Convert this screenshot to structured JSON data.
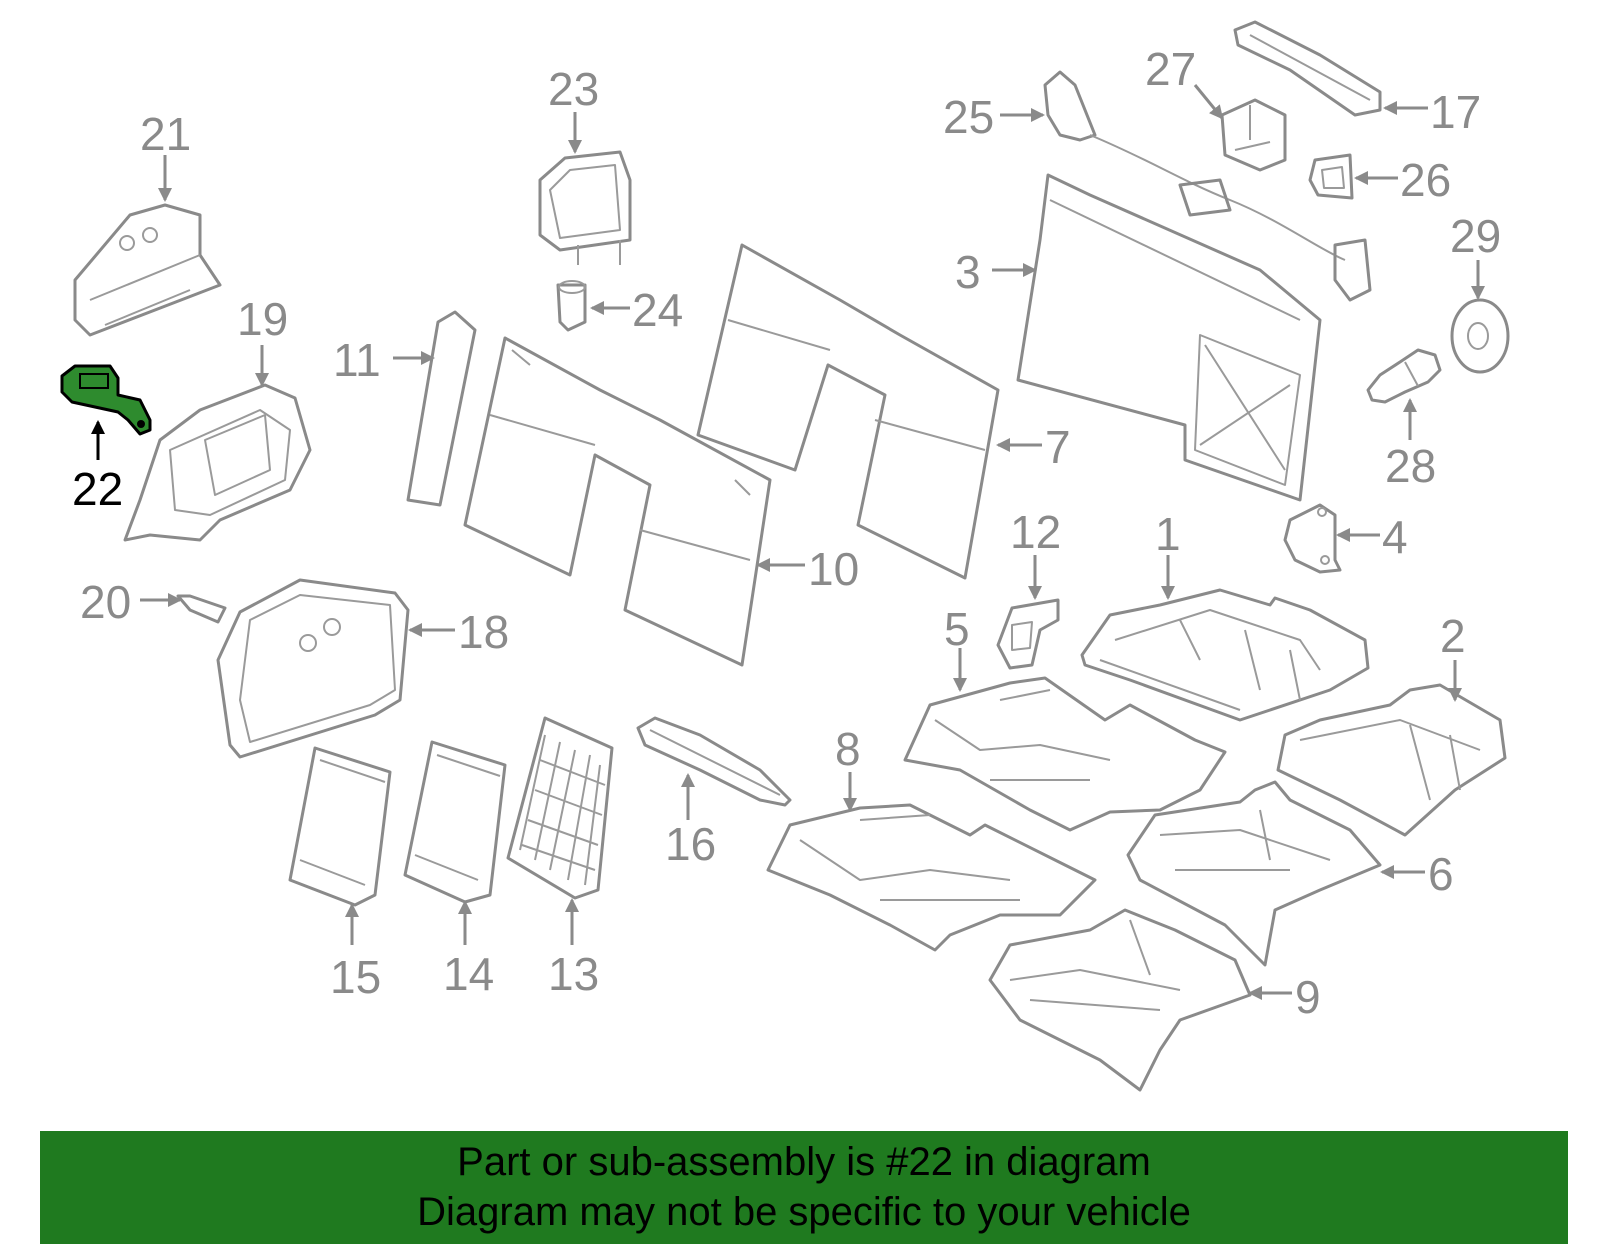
{
  "diagram": {
    "highlighted_part": "22",
    "callouts": [
      "1",
      "2",
      "3",
      "4",
      "5",
      "6",
      "7",
      "8",
      "9",
      "10",
      "11",
      "12",
      "13",
      "14",
      "15",
      "16",
      "17",
      "18",
      "19",
      "20",
      "21",
      "22",
      "23",
      "24",
      "25",
      "26",
      "27",
      "28",
      "29"
    ]
  },
  "banner": {
    "line1": "Part or sub-assembly is #22 in diagram",
    "line2": "Diagram may not be specific to your vehicle",
    "background_color": "#1f7a1f"
  },
  "colors": {
    "line_art": "#8a8a8a",
    "highlight_fill": "#2e8b2e"
  }
}
